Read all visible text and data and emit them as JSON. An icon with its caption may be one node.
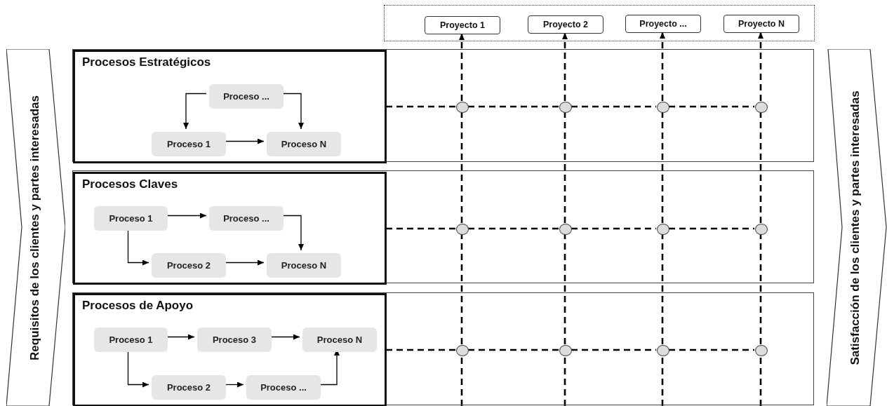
{
  "diagram": {
    "nodes": [
      {
        "text": [
          "Requisitos de los clientes y partes interesadas"
        ]
      },
      {
        "text": [],
        "shape": "box"
      },
      {
        "text": [
          "Proyecto 1"
        ],
        "in": 1
      },
      {
        "text": [
          "Proyecto 2"
        ],
        "in": 1
      },
      {
        "text": [
          "Proyecto ..."
        ],
        "in": 1
      },
      {
        "text": [
          "Proyecto N"
        ],
        "in": 1
      },
      {
        "text": [],
        "shape": "box"
      },
      {
        "text": [
          "Procesos Estratégicos"
        ],
        "in": 6
      },
      {
        "text": [
          "Proceso ..."
        ],
        "in": 7
      },
      {
        "text": [
          "Proceso 1"
        ],
        "in": 7
      },
      {
        "text": [
          "Proceso N"
        ],
        "in": 7
      },
      {
        "text": [],
        "shape": "circle",
        "in": 6
      },
      {
        "text": [],
        "shape": "circle",
        "in": 6
      },
      {
        "text": [],
        "shape": "circle",
        "in": 6
      },
      {
        "text": [],
        "shape": "circle",
        "in": 6
      },
      {
        "text": [],
        "shape": "box"
      },
      {
        "text": [
          "Procesos Claves"
        ],
        "in": 15
      },
      {
        "text": [
          "Proceso 1"
        ],
        "in": 16
      },
      {
        "text": [
          "Proceso ..."
        ],
        "in": 16
      },
      {
        "text": [
          "Proceso 2"
        ],
        "in": 16
      },
      {
        "text": [
          "Proceso N"
        ],
        "in": 16
      },
      {
        "text": [],
        "shape": "circle",
        "in": 15
      },
      {
        "text": [],
        "shape": "circle",
        "in": 15
      },
      {
        "text": [],
        "shape": "circle",
        "in": 15
      },
      {
        "text": [],
        "shape": "circle",
        "in": 15
      },
      {
        "text": [],
        "shape": "box"
      },
      {
        "text": [
          "Procesos de Apoyo"
        ],
        "in": 25
      },
      {
        "text": [
          "Proceso 1"
        ],
        "in": 26
      },
      {
        "text": [
          "Proceso 3"
        ],
        "in": 26
      },
      {
        "text": [
          "Proceso N"
        ],
        "in": 26
      },
      {
        "text": [
          "Proceso 2"
        ],
        "in": 26
      },
      {
        "text": [
          "Proceso ..."
        ],
        "in": 26
      },
      {
        "text": [],
        "shape": "circle",
        "in": 25
      },
      {
        "text": [],
        "shape": "circle",
        "in": 25
      },
      {
        "text": [],
        "shape": "circle",
        "in": 25
      },
      {
        "text": [],
        "shape": "circle",
        "in": 25
      },
      {
        "text": [
          "Satisfacción de los clientes y partes interesadas"
        ]
      }
    ],
    "edges": [
      {
        "from": 8,
        "to": 9,
        "arrow": "to"
      },
      {
        "from": 8,
        "to": 10,
        "arrow": "to"
      },
      {
        "from": 9,
        "to": 10,
        "arrow": "to"
      },
      {
        "from": 17,
        "to": 18,
        "arrow": "to"
      },
      {
        "from": 17,
        "to": 19,
        "arrow": "to"
      },
      {
        "from": 18,
        "to": 20,
        "arrow": "to"
      },
      {
        "from": 19,
        "to": 20,
        "arrow": "to"
      },
      {
        "from": 27,
        "to": 28,
        "arrow": "to"
      },
      {
        "from": 28,
        "to": 29,
        "arrow": "to"
      },
      {
        "from": 27,
        "to": 30,
        "arrow": "to"
      },
      {
        "from": 30,
        "to": 31,
        "arrow": "to"
      },
      {
        "from": 31,
        "to": 29,
        "arrow": "to"
      },
      {
        "from": 7,
        "to": 11,
        "arrow": "none",
        "style": "dashed"
      },
      {
        "from": 11,
        "to": 12,
        "arrow": "none",
        "style": "dashed"
      },
      {
        "from": 12,
        "to": 13,
        "arrow": "none",
        "style": "dashed"
      },
      {
        "from": 13,
        "to": 14,
        "arrow": "none",
        "style": "dashed"
      },
      {
        "from": 16,
        "to": 21,
        "arrow": "none",
        "style": "dashed"
      },
      {
        "from": 21,
        "to": 22,
        "arrow": "none",
        "style": "dashed"
      },
      {
        "from": 22,
        "to": 23,
        "arrow": "none",
        "style": "dashed"
      },
      {
        "from": 23,
        "to": 24,
        "arrow": "none",
        "style": "dashed"
      },
      {
        "from": 26,
        "to": 32,
        "arrow": "none",
        "style": "dashed"
      },
      {
        "from": 32,
        "to": 33,
        "arrow": "none",
        "style": "dashed"
      },
      {
        "from": 33,
        "to": 34,
        "arrow": "none",
        "style": "dashed"
      },
      {
        "from": 34,
        "to": 35,
        "arrow": "none",
        "style": "dashed"
      },
      {
        "from": null,
        "to": 32,
        "arrow": "none",
        "style": "dashed"
      },
      {
        "from": 32,
        "to": 21,
        "arrow": "none",
        "style": "dashed"
      },
      {
        "from": 21,
        "to": 11,
        "arrow": "none",
        "style": "dashed"
      },
      {
        "from": 11,
        "to": 2,
        "arrow": "to",
        "style": "dashed"
      },
      {
        "from": null,
        "to": 33,
        "arrow": "none",
        "style": "dashed"
      },
      {
        "from": 33,
        "to": 22,
        "arrow": "none",
        "style": "dashed"
      },
      {
        "from": 22,
        "to": 12,
        "arrow": "none",
        "style": "dashed"
      },
      {
        "from": 12,
        "to": 3,
        "arrow": "to",
        "style": "dashed"
      },
      {
        "from": null,
        "to": 34,
        "arrow": "none",
        "style": "dashed"
      },
      {
        "from": 34,
        "to": 23,
        "arrow": "none",
        "style": "dashed"
      },
      {
        "from": 23,
        "to": 13,
        "arrow": "none",
        "style": "dashed"
      },
      {
        "from": 13,
        "to": 4,
        "arrow": "to",
        "style": "dashed"
      },
      {
        "from": null,
        "to": 35,
        "arrow": "none",
        "style": "dashed"
      },
      {
        "from": 35,
        "to": 24,
        "arrow": "none",
        "style": "dashed"
      },
      {
        "from": 24,
        "to": 14,
        "arrow": "none",
        "style": "dashed"
      },
      {
        "from": 14,
        "to": 5,
        "arrow": "to",
        "style": "dashed"
      }
    ]
  }
}
